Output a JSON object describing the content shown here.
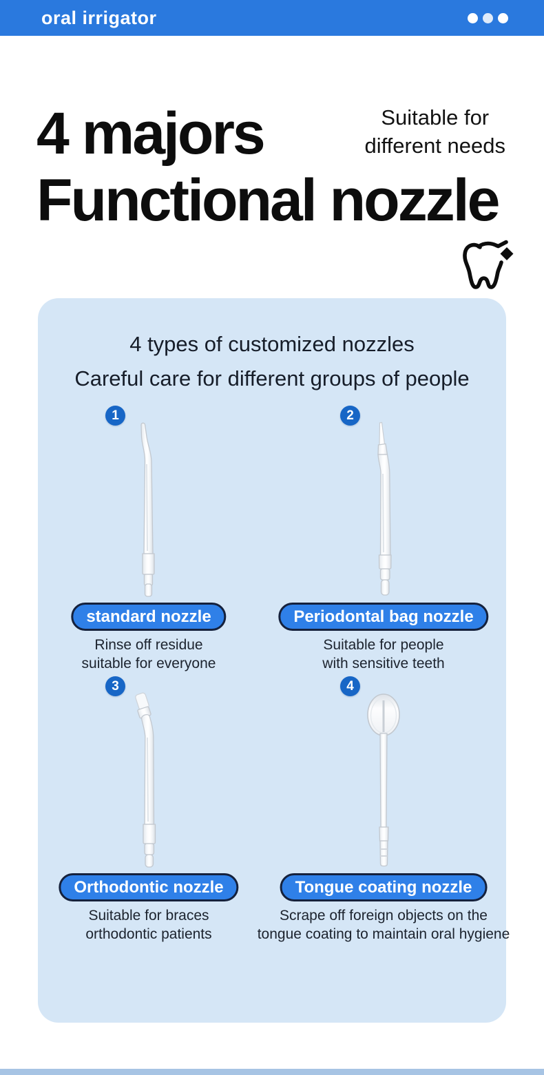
{
  "header": {
    "title": "oral irrigator",
    "menu_icon": "ellipsis-menu-icon"
  },
  "hero": {
    "title_line1": "4 majors",
    "title_line2": "Functional nozzle",
    "tagline_line1": "Suitable for",
    "tagline_line2": "different needs",
    "icon": "tooth-sparkle-icon"
  },
  "panel": {
    "heading_line1": "4 types of customized nozzles",
    "heading_line2": "Careful care for different groups of people",
    "items": [
      {
        "number": "1",
        "label": "standard nozzle",
        "desc_line1": "Rinse off residue",
        "desc_line2": "suitable for everyone",
        "image": "standard-nozzle"
      },
      {
        "number": "2",
        "label": "Periodontal bag nozzle",
        "desc_line1": "Suitable for people",
        "desc_line2": "with sensitive teeth",
        "image": "periodontal-bag-nozzle"
      },
      {
        "number": "3",
        "label": "Orthodontic nozzle",
        "desc_line1": "Suitable for braces",
        "desc_line2": "orthodontic patients",
        "image": "orthodontic-nozzle"
      },
      {
        "number": "4",
        "label": "Tongue coating nozzle",
        "desc_line1": "Scrape off foreign objects on the",
        "desc_line2": "tongue coating to maintain oral hygiene",
        "image": "tongue-coating-nozzle"
      }
    ]
  },
  "colors": {
    "header_blue": "#2a79de",
    "badge_blue": "#1766c6",
    "pill_blue": "#2f80e8",
    "pill_border": "#15213c",
    "panel_bg": "#d5e6f6",
    "footer_bar": "#a7c4e4",
    "text_dark": "#0d0d0d"
  }
}
